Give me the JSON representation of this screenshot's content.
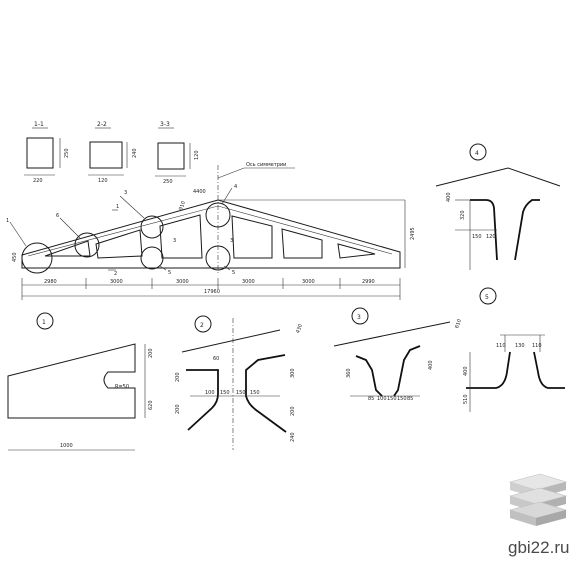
{
  "sections": {
    "s11": "1-1",
    "s22": "2-2",
    "s33": "3-3"
  },
  "sec_dims": {
    "s11_h": "250",
    "s11_w": "220",
    "s22_h": "240",
    "s22_w": "120",
    "s33_h": "120",
    "s33_w": "250"
  },
  "truss": {
    "axis_label": "Ось симметрии",
    "height": "2495",
    "end_height": "450",
    "top_dims": [
      "4400",
      "910"
    ],
    "spans": [
      "2980",
      "3000",
      "3000",
      "3000",
      "3000",
      "2990"
    ],
    "total": "17960",
    "section_marks": [
      "1",
      "1",
      "2",
      "2",
      "3",
      "3"
    ]
  },
  "callouts": [
    "1",
    "2",
    "3",
    "4",
    "5",
    "6",
    "3",
    "5",
    "5"
  ],
  "detail_numbers": {
    "d1": "1",
    "d2": "2",
    "d3": "3",
    "d4": "4",
    "d5": "5"
  },
  "d1": {
    "radius": "R=50",
    "len": "1000",
    "h1": "620",
    "h2": "200"
  },
  "d2": {
    "top": "430",
    "l1": "60",
    "a": "200",
    "b": "300",
    "c": "200",
    "d": "240",
    "w": [
      "100",
      "150",
      "150",
      "150"
    ]
  },
  "d3": {
    "top": "610",
    "l": "400",
    "a": "360",
    "w": [
      "85",
      "100",
      "150",
      "150",
      "85"
    ]
  },
  "d4": {
    "a": "400",
    "b": "320",
    "w": [
      "150",
      "120"
    ]
  },
  "d5": {
    "top": [
      "110",
      "130",
      "110"
    ],
    "a": "400",
    "b": "510"
  },
  "watermark": {
    "text": "gbi22.ru"
  }
}
